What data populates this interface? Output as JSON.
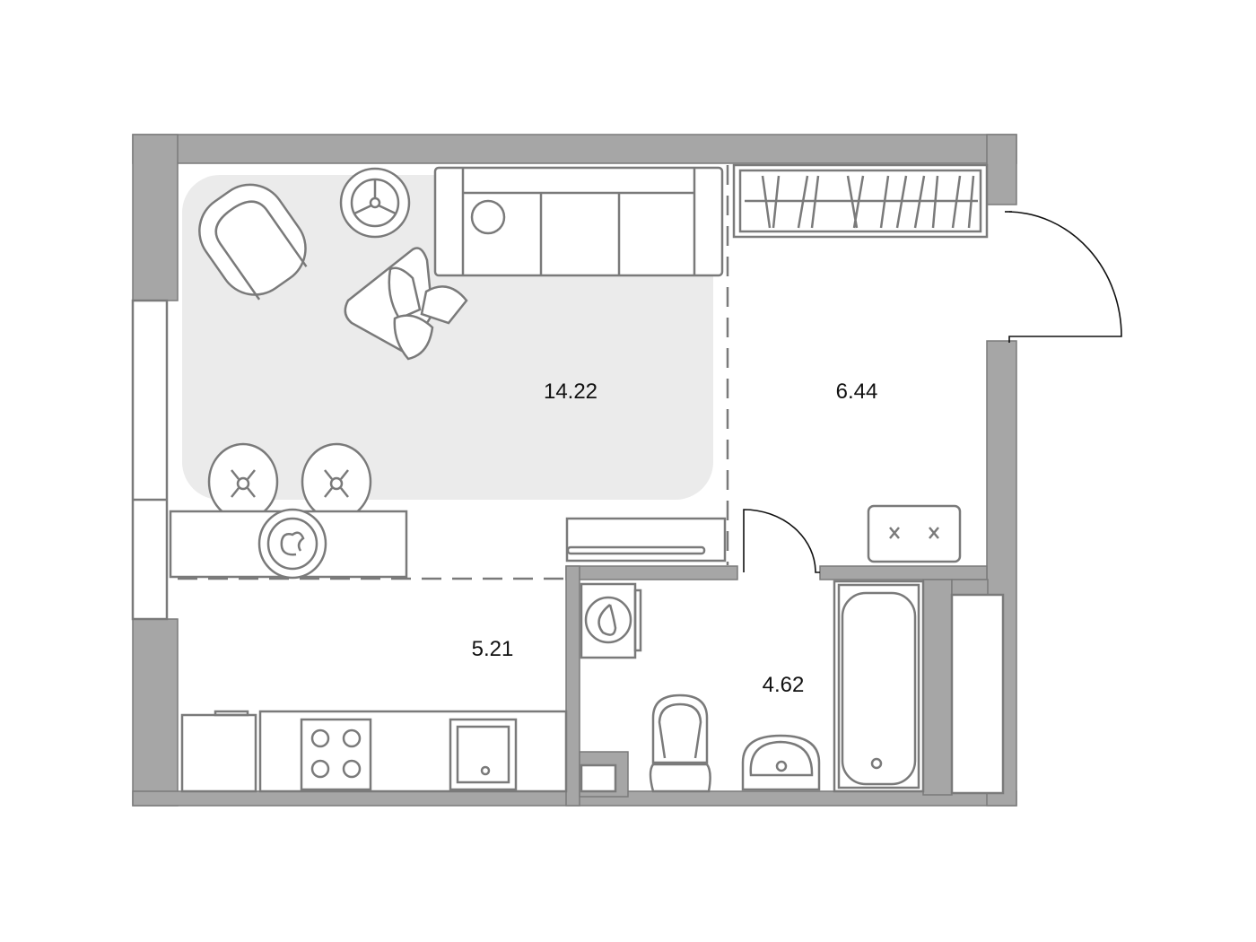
{
  "plan": {
    "rooms": [
      {
        "name": "living-room",
        "area": "14.22"
      },
      {
        "name": "hallway",
        "area": "6.44"
      },
      {
        "name": "kitchen",
        "area": "5.21"
      },
      {
        "name": "bathroom",
        "area": "4.62"
      }
    ],
    "colors": {
      "wall": "#a6a6a6",
      "rug": "#ebebeb",
      "line": "#7a7a7a"
    }
  }
}
